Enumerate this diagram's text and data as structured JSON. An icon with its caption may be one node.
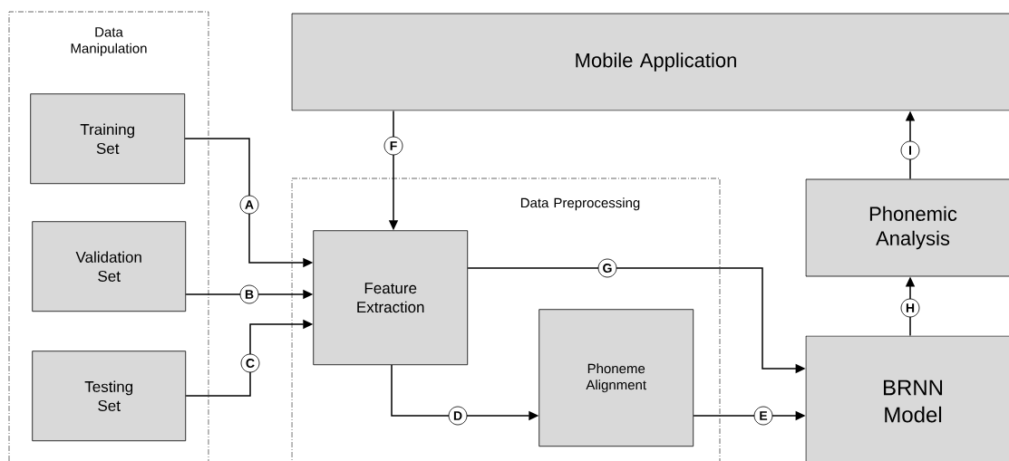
{
  "diagram": {
    "nodes": [
      {
        "text": [
          "Data Manipulation"
        ]
      },
      {
        "text": [
          "Training Set"
        ],
        "in": 0
      },
      {
        "text": [
          "Validation Set"
        ],
        "in": 0
      },
      {
        "text": [
          "Testing Set"
        ],
        "in": 0
      },
      {
        "text": [
          "Mobile Application"
        ]
      },
      {
        "text": [
          "Data Preprocessing"
        ]
      },
      {
        "text": [
          "Feature Extraction"
        ],
        "in": 5
      },
      {
        "text": [
          "Phoneme Alignment"
        ],
        "in": 5
      },
      {
        "text": [
          "Phonemic Analysis"
        ]
      },
      {
        "text": [
          "BRNN Model"
        ]
      }
    ],
    "edges": [
      {
        "from": 1,
        "to": 6,
        "arrow": "to",
        "label": "A"
      },
      {
        "from": 2,
        "to": 6,
        "arrow": "to",
        "label": "B"
      },
      {
        "from": 3,
        "to": 6,
        "arrow": "to",
        "label": "C"
      },
      {
        "from": 6,
        "to": 7,
        "arrow": "to",
        "label": "D"
      },
      {
        "from": 7,
        "to": 9,
        "arrow": "to",
        "label": "E"
      },
      {
        "from": 4,
        "to": 6,
        "arrow": "to",
        "label": "F"
      },
      {
        "from": 6,
        "to": 9,
        "arrow": "to",
        "label": "G"
      },
      {
        "from": 9,
        "to": 8,
        "arrow": "to",
        "label": "H"
      },
      {
        "from": 8,
        "to": 4,
        "arrow": "to",
        "label": "I"
      }
    ]
  }
}
